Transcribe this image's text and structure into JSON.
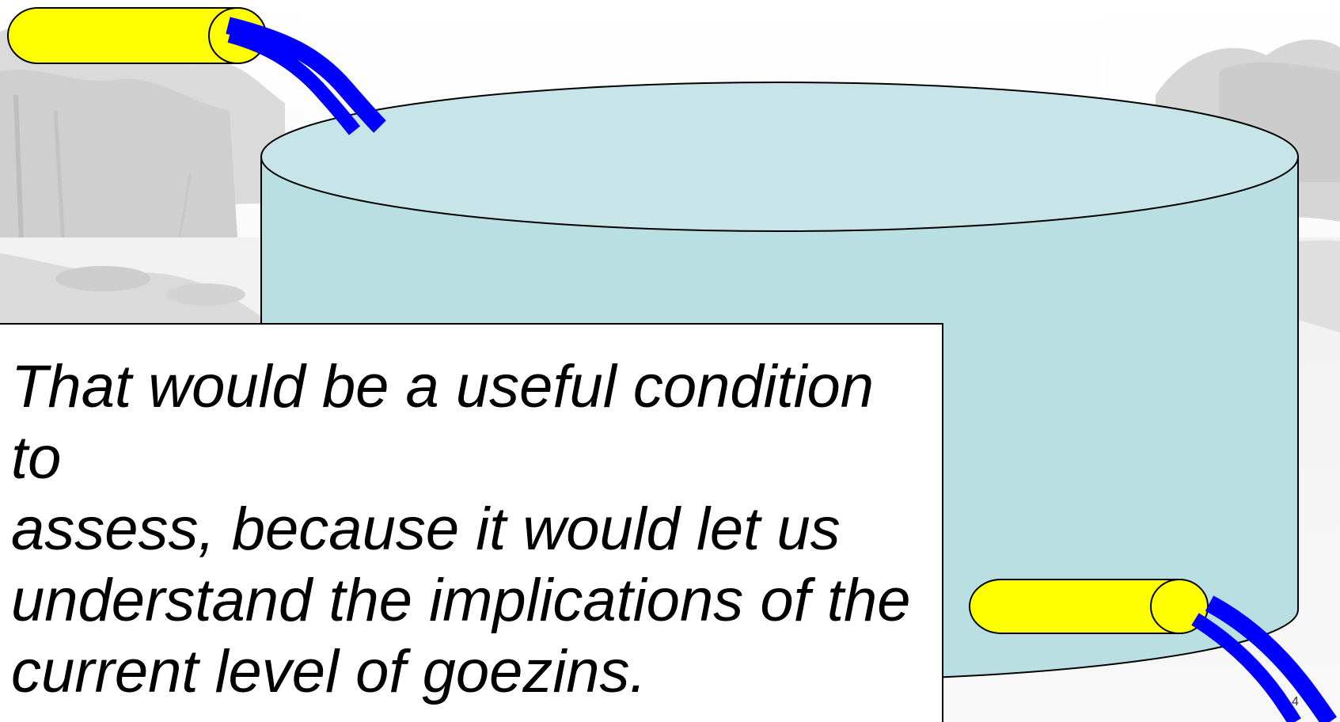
{
  "slide": {
    "text_lines": [
      "That would be a useful condition to",
      "assess, because it would let us",
      "understand the implications of the",
      "current level of goezins."
    ],
    "slide_number": "4"
  },
  "colors": {
    "tank_fill": "#b9dfe3",
    "tank_top_fill": "#c7e5e8",
    "pipe_fill": "#ffff00",
    "flow_stroke": "#0000ff",
    "outline": "#000000",
    "background_photo": "#cfcfcf"
  },
  "icons": {
    "inflow_pipe": "inflow-pipe-icon",
    "outflow_pipe": "outflow-pipe-icon",
    "stock_tank": "stock-tank-icon"
  }
}
